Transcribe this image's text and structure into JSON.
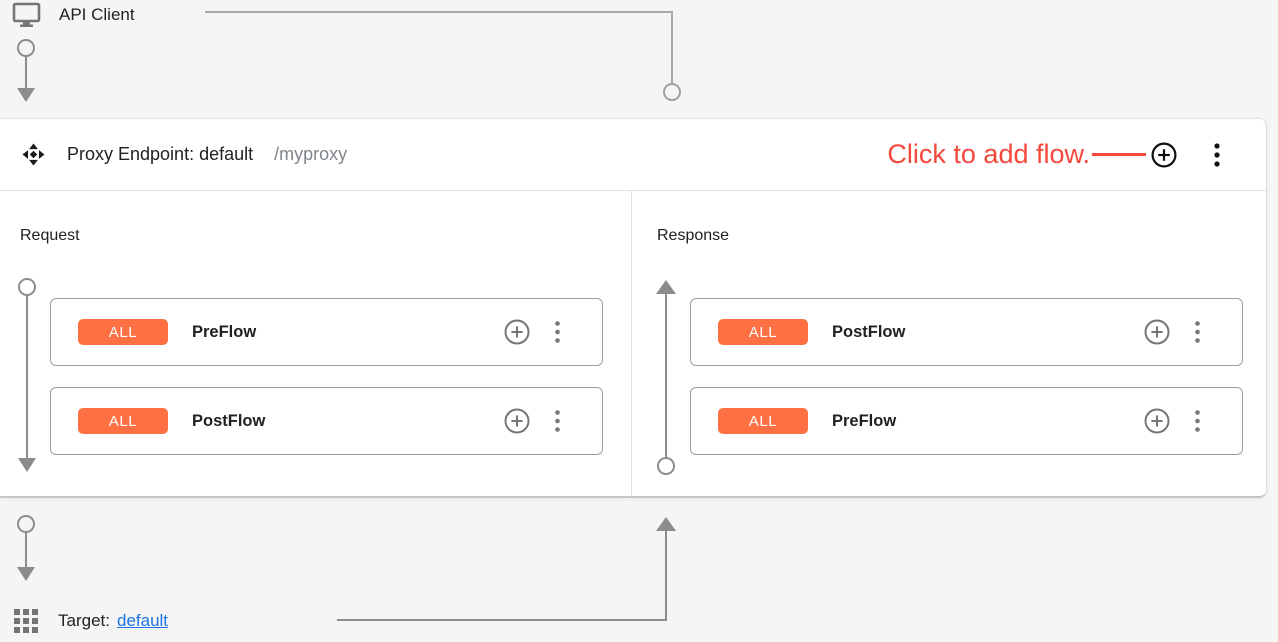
{
  "colors": {
    "accent_orange": "#FF7043",
    "annotation_red": "#F4483C",
    "link_blue": "#1A73E8",
    "connector_gray": "#8C8C8C",
    "icon_gray": "#757575"
  },
  "api_client": {
    "label": "API Client",
    "icon": "monitor-icon"
  },
  "proxy_endpoint": {
    "drag_icon": "move-icon",
    "title": "Proxy Endpoint: default",
    "basepath": "/myproxy",
    "annotation": "Click to add flow.",
    "add_flow_icon": "plus-circle-icon",
    "menu_icon": "kebab-menu-icon",
    "request": {
      "label": "Request",
      "flows": [
        {
          "condition": "ALL",
          "name": "PreFlow"
        },
        {
          "condition": "ALL",
          "name": "PostFlow"
        }
      ]
    },
    "response": {
      "label": "Response",
      "flows": [
        {
          "condition": "ALL",
          "name": "PostFlow"
        },
        {
          "condition": "ALL",
          "name": "PreFlow"
        }
      ]
    }
  },
  "target": {
    "label": "Target:",
    "name": "default",
    "icon": "grid-icon"
  }
}
